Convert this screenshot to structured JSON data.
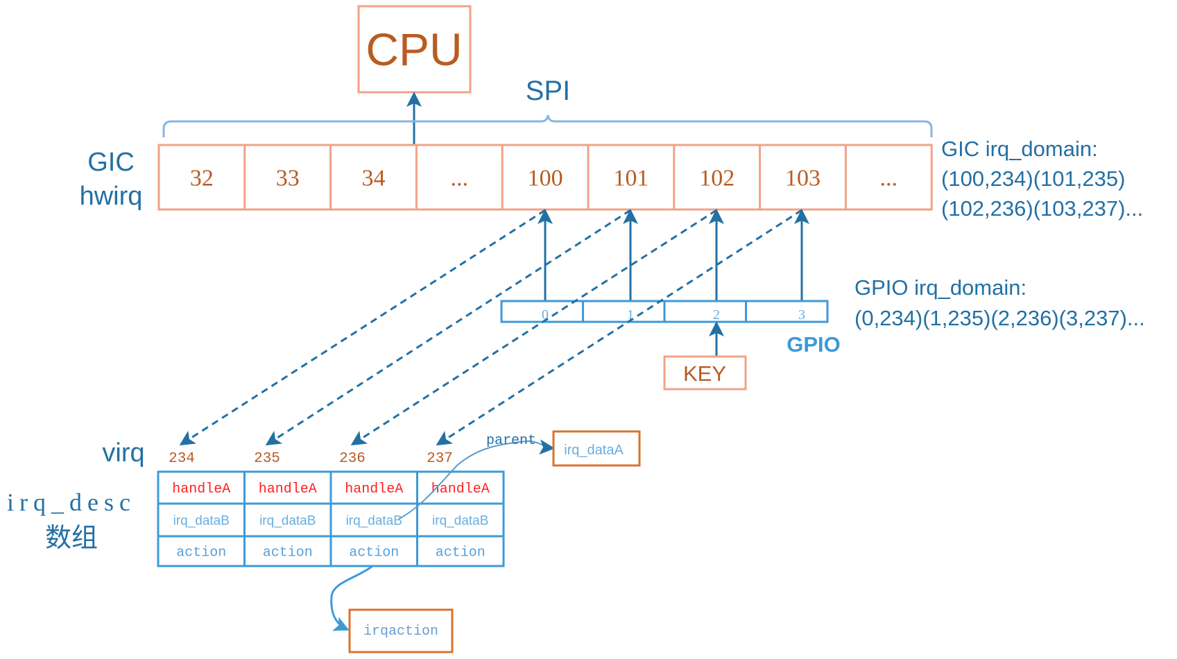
{
  "cpu": {
    "label": "CPU"
  },
  "spi": {
    "label": "SPI"
  },
  "gic": {
    "label_line1": "GIC",
    "label_line2": "hwirq",
    "cells": [
      "32",
      "33",
      "34",
      "...",
      "100",
      "101",
      "102",
      "103",
      "..."
    ],
    "domain_title": "GIC irq_domain:",
    "domain_line1": "(100,234)(101,235)",
    "domain_line2": "(102,236)(103,237)..."
  },
  "gpio": {
    "label": "GPIO",
    "cells": [
      "0",
      "1",
      "2",
      "3"
    ],
    "domain_title": "GPIO irq_domain:",
    "domain_line1": "(0,234)(1,235)(2,236)(3,237)..."
  },
  "key": {
    "label": "KEY"
  },
  "virq": {
    "label": "virq",
    "numbers": [
      "234",
      "235",
      "236",
      "237"
    ]
  },
  "irq_desc": {
    "label_line1": "irq_desc",
    "label_line2": "数组",
    "rows": [
      [
        "handleA",
        "handleA",
        "handleA",
        "handleA"
      ],
      [
        "irq_dataB",
        "irq_dataB",
        "irq_dataB",
        "irq_dataB"
      ],
      [
        "action",
        "action",
        "action",
        "action"
      ]
    ]
  },
  "parent": {
    "label": "parent"
  },
  "irq_dataA": {
    "label": "irq_dataA"
  },
  "irqaction": {
    "label": "irqaction"
  },
  "colors": {
    "orange_border": "#f2a285",
    "orange_text": "#b85c22",
    "dark_blue": "#2270a4",
    "light_blue": "#3c9ad8",
    "brace_blue": "#86b5e3",
    "red": "#ff2020",
    "box_orange": "#d9722f",
    "cell_text_blue": "#6aaee0"
  }
}
